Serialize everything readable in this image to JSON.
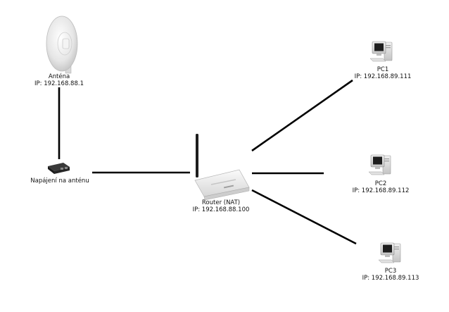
{
  "nodes": {
    "antenna": {
      "name": "Anténa",
      "ip": "IP: 192.168.88.1"
    },
    "poe": {
      "name": "Napájení na anténu"
    },
    "router": {
      "name": "Router (NAT)",
      "ip": "IP: 192.168.88.100"
    },
    "pc1": {
      "name": "PC1",
      "ip": "IP: 192.168.89.111"
    },
    "pc2": {
      "name": "PC2",
      "ip": "IP: 192.168.89.112"
    },
    "pc3": {
      "name": "PC3",
      "ip": "IP: 192.168.89.113"
    }
  },
  "colors": {
    "link": "#000000",
    "device_light": "#e8e8e8",
    "device_dark": "#2a2a2a"
  },
  "icons": {
    "antenna": "dish-antenna-icon",
    "poe": "poe-injector-icon",
    "router": "wifi-router-icon",
    "pc": "desktop-computer-icon"
  }
}
